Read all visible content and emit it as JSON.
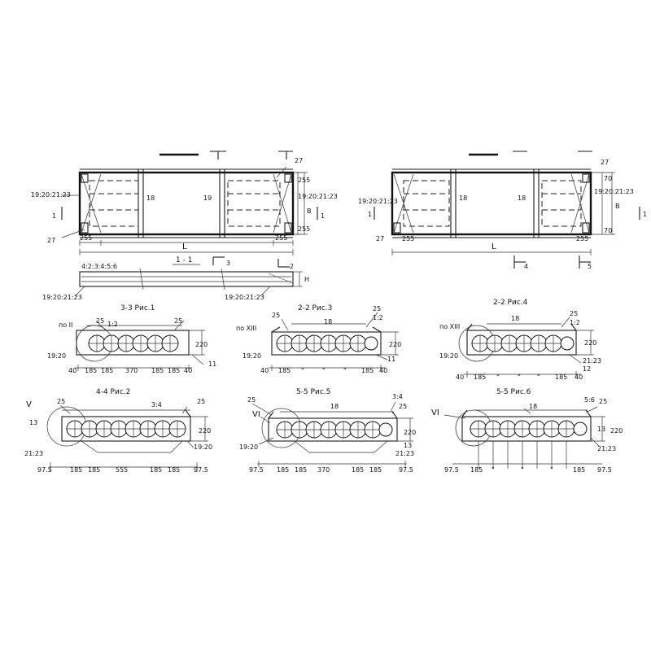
{
  "plan_left": {
    "labels": {
      "top_right_ref": "27",
      "left_ref": "19:20:21:23",
      "bottom_left_ref": "27",
      "mid_left": "18",
      "mid_right": "19",
      "right_ref": "19:20:21:23",
      "dim_left": "255",
      "dim_right": "255",
      "length": "L",
      "height_sym": "B",
      "edge_top": "255",
      "edge_bottom": "255",
      "cut_mark": "1",
      "cut_mark_right": "1"
    }
  },
  "plan_right": {
    "labels": {
      "top_right_ref": "27",
      "left_ref": "19:20:21:23",
      "bottom_left_ref": "27",
      "mid_left": "18",
      "mid_right": "18",
      "right_ref": "19:20:21:23",
      "dim_left": "255",
      "dim_right": "255",
      "length": "L",
      "height_sym": "B",
      "edge_top": "70",
      "edge_bottom": "70",
      "cut_mark": "1",
      "cut_mark_right": "1",
      "section_4": "4",
      "section_5": "5"
    }
  },
  "section_1_1": {
    "title": "1 - 1",
    "labels": {
      "top_ref": "4:2:3:4:5:6",
      "bottom_left_ref": "19:20:21:23",
      "bottom_right_ref": "19:20:21:23",
      "section_3": "3",
      "section_2": "2",
      "height_sym": "H"
    }
  },
  "sections": [
    {
      "id": "s33",
      "title": "3-3 Рис.1",
      "labels": {
        "ref_left": "по II",
        "ref_bottom": "19:20",
        "top_left": "25",
        "top_mid": "1:2",
        "top_right": "25",
        "height": "220",
        "right_ref": "11"
      },
      "dims": [
        "40",
        "185",
        "185",
        "370",
        "185",
        "185",
        "40"
      ]
    },
    {
      "id": "s22a",
      "title": "2-2 Рис.3",
      "labels": {
        "ref_left": "по XIII",
        "ref_bottom": "19:20",
        "top_left": "25",
        "top_mid": "18",
        "top_right": "25",
        "top_right2": "1:2",
        "height": "220",
        "right_ref": "11"
      },
      "dims": [
        "40",
        "185",
        "\"",
        "\"",
        "\"",
        "185",
        "40"
      ]
    },
    {
      "id": "s22b",
      "title": "2-2 Рис.4",
      "labels": {
        "ref_left": "по XIII",
        "ref_bottom": "19:20",
        "top_left": "25",
        "top_mid": "18",
        "top_right": "1:2",
        "height": "220",
        "right_ref": "21:23",
        "right_ref2": "12"
      },
      "dims": [
        "40",
        "185",
        "\"",
        "\"",
        "\"",
        "185",
        "40"
      ]
    },
    {
      "id": "s44",
      "title": "4-4 Рис.2",
      "labels": {
        "ref_left": "V",
        "ref_left2": "13",
        "ref_bottom": "21:23",
        "top_left": "25",
        "top_mid": "3:4",
        "top_right": "25",
        "height": "220",
        "right_ref": "19:20"
      },
      "dims": [
        "97.5",
        "185",
        "185",
        "555",
        "185",
        "185",
        "97.5"
      ]
    },
    {
      "id": "s55a",
      "title": "5-5 Рис.5",
      "labels": {
        "ref_left": "VI",
        "ref_bottom": "19:20",
        "top_left": "25",
        "top_mid": "18",
        "top_right": "3:4",
        "top_right2": "25",
        "height": "220",
        "right_ref": "13",
        "right_ref2": "21:23"
      },
      "dims": [
        "97.5",
        "185",
        "185",
        "370",
        "185",
        "185",
        "97.5"
      ]
    },
    {
      "id": "s55b",
      "title": "5-5 Рис.6",
      "labels": {
        "ref_left": "VI",
        "top_left": "18",
        "top_mid": "5:6",
        "top_right": "25",
        "height": "220",
        "right_ref": "13",
        "right_ref2": "21:23"
      },
      "dims": [
        "97.5",
        "185",
        "\"",
        "\"",
        "\"",
        "185",
        "97.5"
      ]
    }
  ]
}
